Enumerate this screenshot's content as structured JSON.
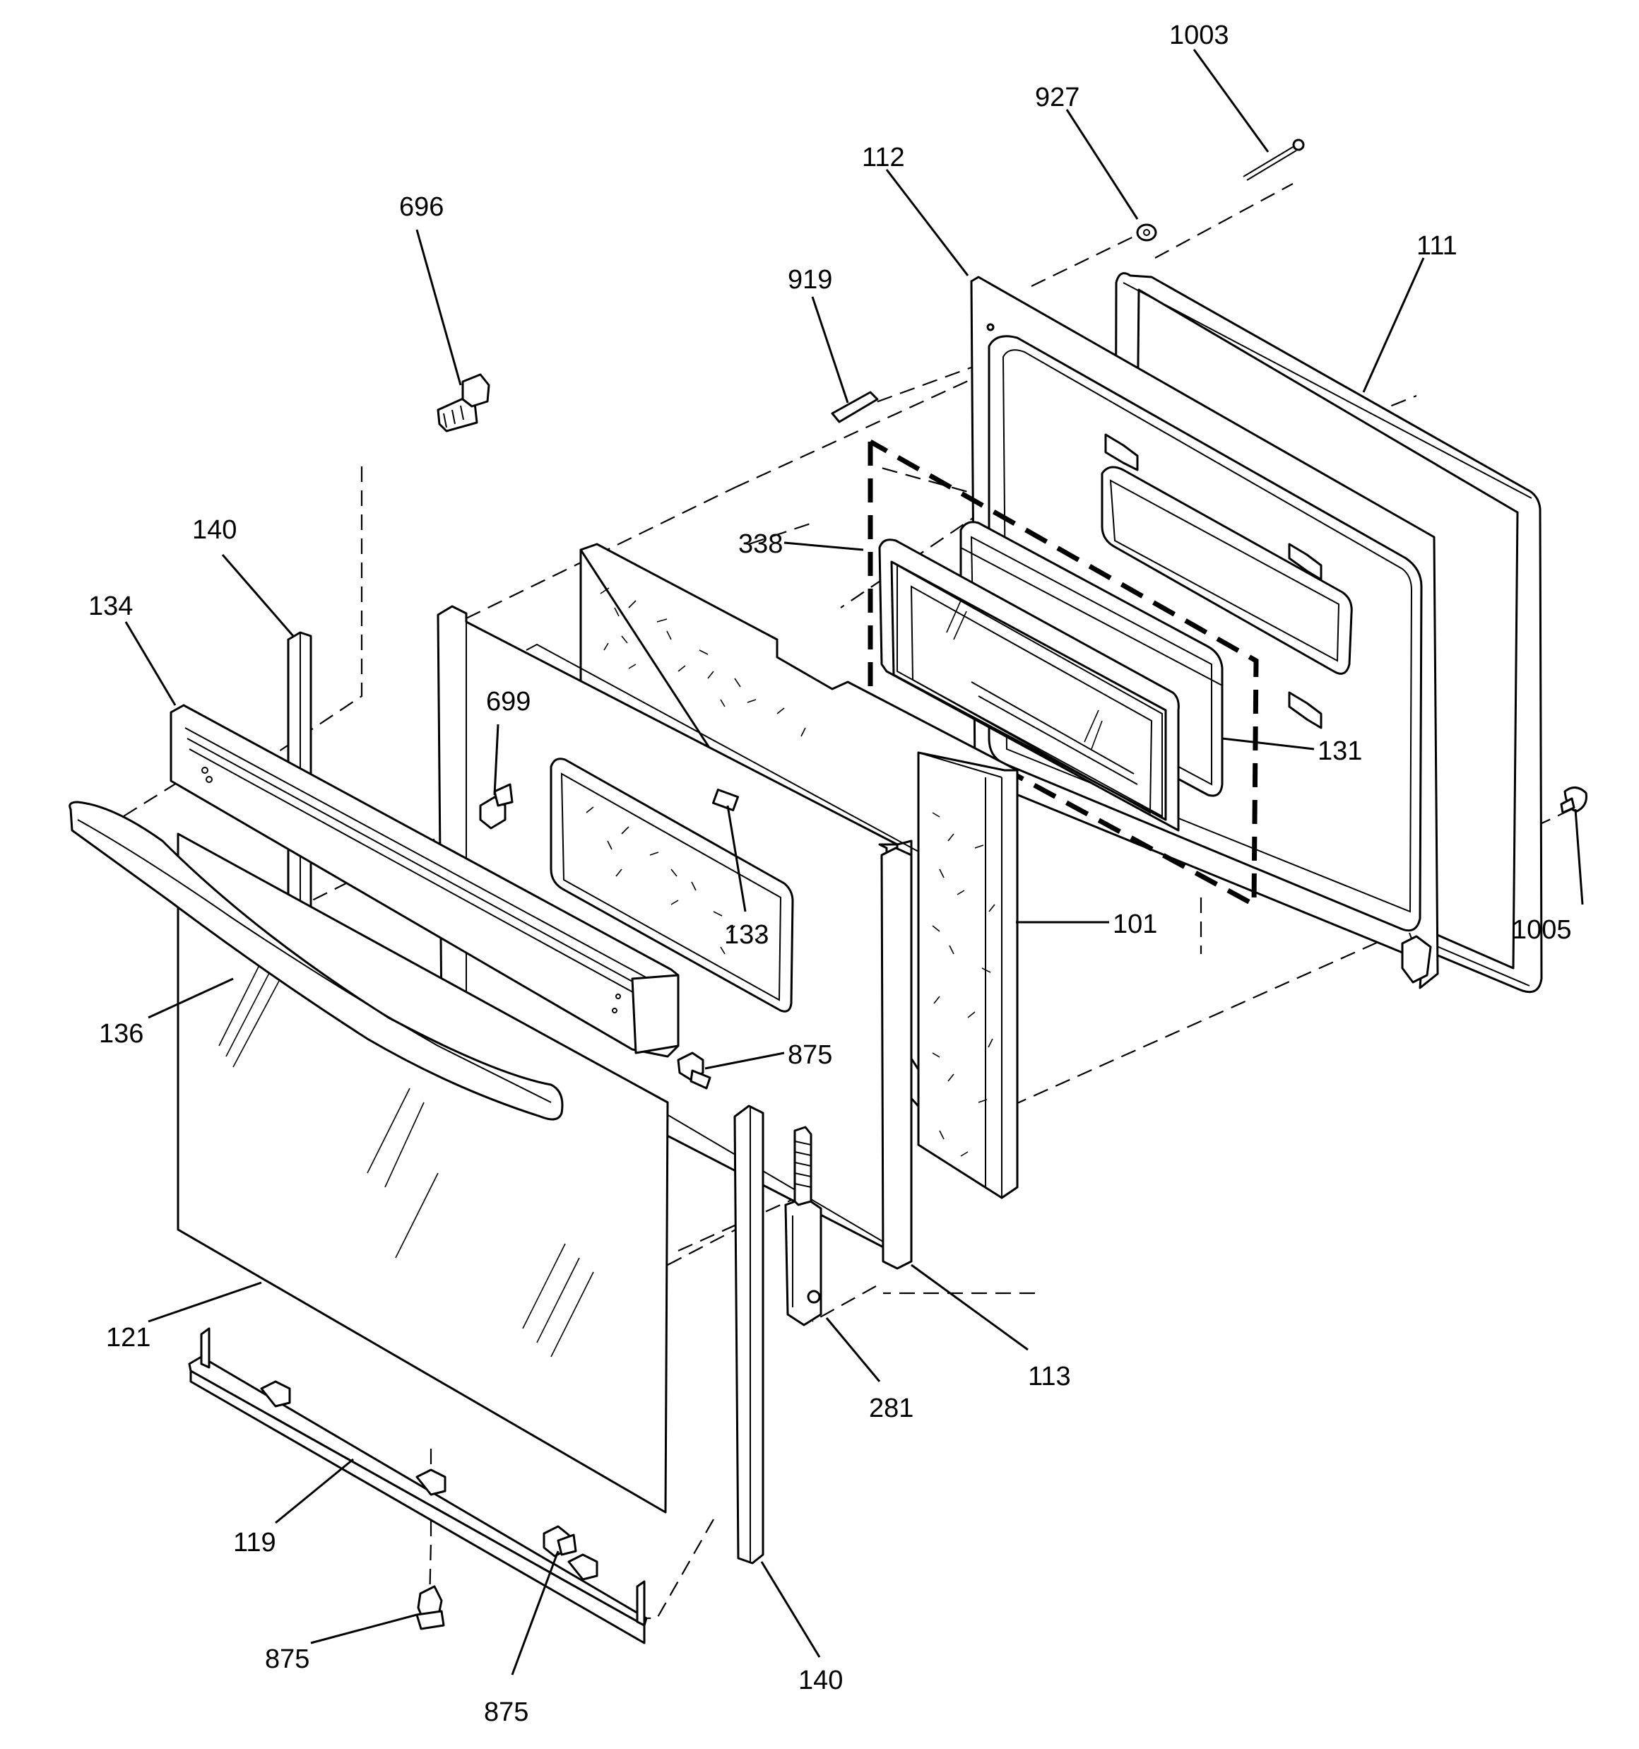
{
  "diagram": {
    "style": "exploded parts view",
    "colors": {
      "line": "#000000",
      "background": "#ffffff"
    },
    "callouts": {
      "c1003": "1003",
      "c927": "927",
      "c112": "112",
      "c111": "111",
      "c696": "696",
      "c919": "919",
      "c140_top": "140",
      "c134": "134",
      "c338": "338",
      "c699": "699",
      "c131": "131",
      "c1005": "1005",
      "c101": "101",
      "c133": "133",
      "c136": "136",
      "c875_mid": "875",
      "c121": "121",
      "c113": "113",
      "c281": "281",
      "c119": "119",
      "c875_left": "875",
      "c875_bottom": "875",
      "c140_bottom": "140"
    }
  }
}
